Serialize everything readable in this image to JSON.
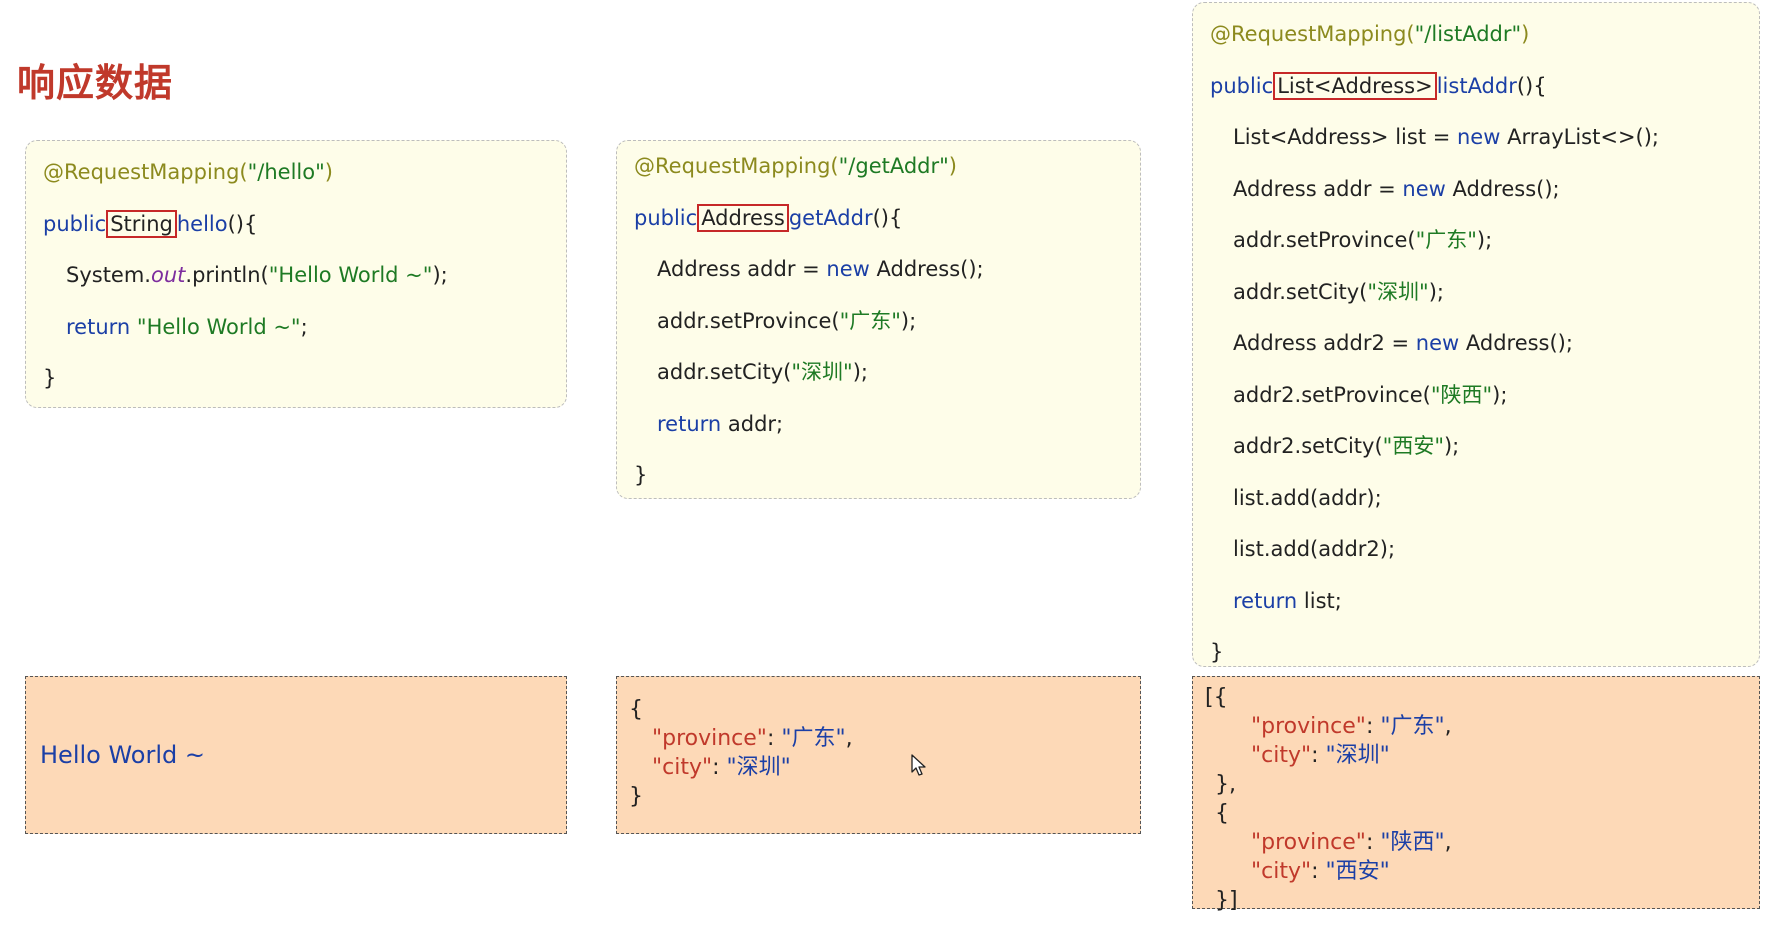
{
  "title": "响应数据",
  "examples": [
    {
      "annotation": "@RequestMapping(",
      "path": "\"/hello\"",
      "public_kw": "public",
      "return_type": "String",
      "method": "hello",
      "paren": "(){",
      "line_sys_a": "System.",
      "line_sys_field": "out",
      "line_sys_b": ".println(",
      "line_sys_str": "\"Hello World ~\"",
      "line_sys_end": ");",
      "return_kw": "return",
      "return_str": "\"Hello World ~\"",
      "return_end": ";",
      "close": "}",
      "response": "Hello World ~"
    },
    {
      "annotation": "@RequestMapping(",
      "path": "\"/getAddr\"",
      "public_kw": "public",
      "return_type": "Address",
      "method": "getAddr",
      "paren": "(){",
      "l1a": "Address addr = ",
      "new_kw": "new",
      "l1b": " Address();",
      "l2a": "addr.setProvince(",
      "l2s": "\"广东\"",
      "l2e": ");",
      "l3a": "addr.setCity(",
      "l3s": "\"深圳\"",
      "l3e": ");",
      "return_kw": "return",
      "return_val": " addr;",
      "close": "}",
      "json": {
        "open": "{",
        "province_key": "\"province\"",
        "province_val": "\"广东\"",
        "city_key": "\"city\"",
        "city_val": "\"深圳\"",
        "close": "}"
      }
    },
    {
      "annotation": "@RequestMapping(",
      "path": "\"/listAddr\"",
      "public_kw": "public",
      "return_type": "List<Address>",
      "method": "listAddr",
      "paren": "(){",
      "l1a": "List<Address> list = ",
      "new_kw": "new",
      "l1b": " ArrayList<>();",
      "l2a": "Address addr = ",
      "l2b": " Address();",
      "l3a": "addr.setProvince(",
      "l3s": "\"广东\"",
      "l3e": ");",
      "l4a": "addr.setCity(",
      "l4s": "\"深圳\"",
      "l4e": ");",
      "l5a": "Address addr2 = ",
      "l5b": " Address();",
      "l6a": "addr2.setProvince(",
      "l6s": "\"陕西\"",
      "l6e": ");",
      "l7a": "addr2.setCity(",
      "l7s": "\"西安\"",
      "l7e": ");",
      "l8": "list.add(addr);",
      "l9": "list.add(addr2);",
      "return_kw": "return",
      "return_val": " list;",
      "close": "}",
      "json": {
        "open": "[{",
        "p1_key": "\"province\"",
        "p1_val": "\"广东\"",
        "c1_key": "\"city\"",
        "c1_val": "\"深圳\"",
        "sep1": "},",
        "sep2": "{",
        "p2_key": "\"province\"",
        "p2_val": "\"陕西\"",
        "c2_key": "\"city\"",
        "c2_val": "\"西安\"",
        "close": "}]"
      }
    }
  ],
  "punct": {
    "close_paren": ")",
    "colon": ": ",
    "comma": ","
  }
}
